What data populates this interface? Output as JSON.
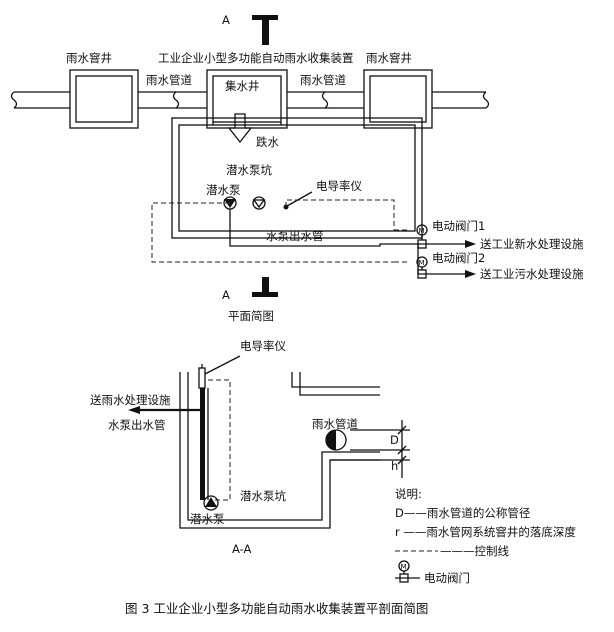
{
  "plan": {
    "section_mark_letter": "A",
    "title_well_left": "雨水窨井",
    "title_device": "工业企业小型多功能自动雨水收集装置",
    "title_well_right": "雨水窨井",
    "pipe_left": "雨水管道",
    "collection_well": "集水井",
    "pipe_right": "雨水管道",
    "drop_water": "跌水",
    "pump_pit": "潜水泵坑",
    "submersible_pump": "潜水泵",
    "conductivity_meter": "电导率仪",
    "pump_outlet": "水泵出水管",
    "valve1": "电动阀门1",
    "valve2": "电动阀门2",
    "to_fresh": "送工业新水处理设施",
    "to_sewage": "送工业污水处理设施",
    "plan_caption": "平面简图",
    "motor_symbol": "M"
  },
  "section": {
    "conductivity_meter": "电导率仪",
    "to_rain_facility": "送雨水处理设施",
    "pump_outlet": "水泵出水管",
    "rain_pipe": "雨水管道",
    "dim_D": "D",
    "dim_h": "h",
    "pump_pit": "潜水泵坑",
    "submersible_pump": "潜水泵",
    "caption": "A-A"
  },
  "legend": {
    "title": "说明:",
    "item_d": "D——雨水管道的公称管径",
    "item_r": "r ——雨水管网系统窨井的落底深度",
    "item_control": "———控制线",
    "item_valve": "电动阀门",
    "motor_symbol": "M"
  },
  "figure_caption": "图 3    工业企业小型多功能自动雨水收集装置平剖面简图"
}
